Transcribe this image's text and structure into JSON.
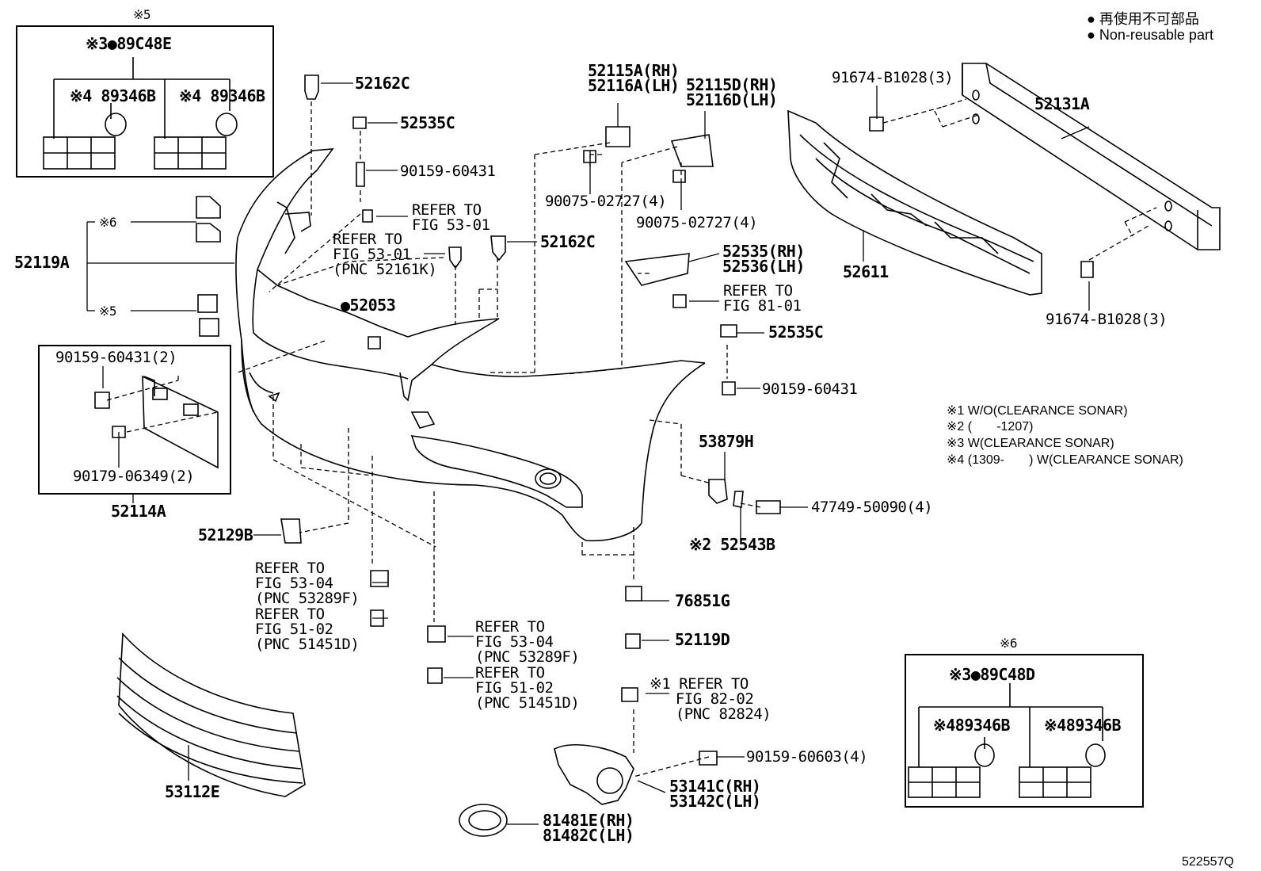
{
  "legend": {
    "jp": "● 再使用不可部品",
    "en": "● Non-reusable part"
  },
  "notes": [
    "※1 W/O(CLEARANCE SONAR)",
    "※2 (       -1207)",
    "※3 W(CLEARANCE SONAR)",
    "※4 (1309-       ) W(CLEARANCE SONAR)"
  ],
  "diagram_id": "522557Q",
  "box5": {
    "marker": "※5",
    "top": "※3●89C48E",
    "left": "※4 89346B",
    "right": "※4 89346B"
  },
  "box6": {
    "marker": "※6",
    "top": "※3●89C48D",
    "left": "※489346B",
    "right": "※489346B"
  },
  "plate_box": {
    "bolt": "90159-60431(2)",
    "clip": "90179-06349(2)",
    "part": "52114A"
  },
  "labels": {
    "p52162C_a": "52162C",
    "p52535C_a": "52535C",
    "p90159_60431_a": "90159-60431",
    "refer_53_01_a": "REFER TO\nFIG 53-01",
    "refer_53_01_b": "REFER TO\nFIG 53-01\n(PNC 52161K)",
    "p52162C_b": "52162C",
    "p52119A": "52119A",
    "m6": "※6",
    "m5": "※5",
    "p52053": "●52053",
    "p52115A": "52115A(RH)\n52116A(LH)",
    "p52115D": "52115D(RH)\n52116D(LH)",
    "p90075_a": "90075-02727(4)",
    "p90075_b": "90075-02727(4)",
    "p91674_a": "91674-B1028(3)",
    "p52131A": "52131A",
    "p52611": "52611",
    "p91674_b": "91674-B1028(3)",
    "p52535RH": "52535(RH)\n52536(LH)",
    "refer_81_01": "REFER TO\nFIG 81-01",
    "p52535C_b": "52535C",
    "p90159_60431_b": "90159-60431",
    "p53879H": "53879H",
    "p47749": "47749-50090(4)",
    "p52543B": "※2 52543B",
    "p52129B": "52129B",
    "refer_53_04_a": "REFER TO\nFIG 53-04\n(PNC 53289F)",
    "refer_51_02_a": "REFER TO\nFIG 51-02\n(PNC 51451D)",
    "refer_53_04_b": "REFER TO\nFIG 53-04\n(PNC 53289F)",
    "refer_51_02_b": "REFER TO\nFIG 51-02\n(PNC 51451D)",
    "p76851G": "76851G",
    "p52119D": "52119D",
    "refer_82_02": "※1 REFER TO\n   FIG 82-02\n   (PNC 82824)",
    "p90159_60603": "90159-60603(4)",
    "p53141C": "53141C(RH)\n53142C(LH)",
    "p81481E": "81481E(RH)\n81482C(LH)",
    "p53112E": "53112E"
  }
}
